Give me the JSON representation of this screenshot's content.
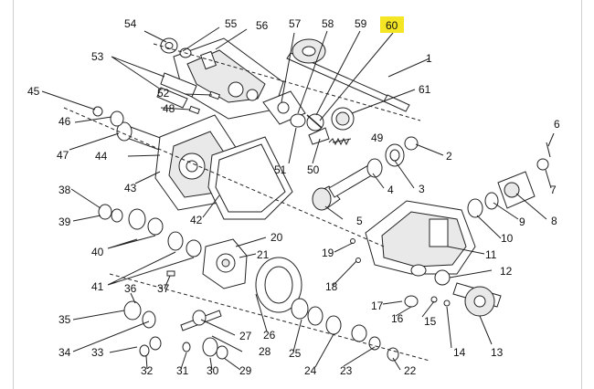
{
  "diagram": {
    "callouts": [
      {
        "id": "c1",
        "label": "1"
      },
      {
        "id": "c2",
        "label": "2"
      },
      {
        "id": "c3",
        "label": "3"
      },
      {
        "id": "c4",
        "label": "4"
      },
      {
        "id": "c5",
        "label": "5"
      },
      {
        "id": "c6",
        "label": "6"
      },
      {
        "id": "c7",
        "label": "7"
      },
      {
        "id": "c8",
        "label": "8"
      },
      {
        "id": "c9",
        "label": "9"
      },
      {
        "id": "c10",
        "label": "10"
      },
      {
        "id": "c11",
        "label": "11"
      },
      {
        "id": "c12",
        "label": "12"
      },
      {
        "id": "c13",
        "label": "13"
      },
      {
        "id": "c14",
        "label": "14"
      },
      {
        "id": "c15",
        "label": "15"
      },
      {
        "id": "c16",
        "label": "16"
      },
      {
        "id": "c17",
        "label": "17"
      },
      {
        "id": "c18",
        "label": "18"
      },
      {
        "id": "c19",
        "label": "19"
      },
      {
        "id": "c20",
        "label": "20"
      },
      {
        "id": "c21",
        "label": "21"
      },
      {
        "id": "c22",
        "label": "22"
      },
      {
        "id": "c23",
        "label": "23"
      },
      {
        "id": "c24",
        "label": "24"
      },
      {
        "id": "c25",
        "label": "25"
      },
      {
        "id": "c26",
        "label": "26"
      },
      {
        "id": "c27",
        "label": "27"
      },
      {
        "id": "c28",
        "label": "28"
      },
      {
        "id": "c29",
        "label": "29"
      },
      {
        "id": "c30",
        "label": "30"
      },
      {
        "id": "c31",
        "label": "31"
      },
      {
        "id": "c32",
        "label": "32"
      },
      {
        "id": "c33",
        "label": "33"
      },
      {
        "id": "c34",
        "label": "34"
      },
      {
        "id": "c35",
        "label": "35"
      },
      {
        "id": "c36",
        "label": "36"
      },
      {
        "id": "c37",
        "label": "37"
      },
      {
        "id": "c38",
        "label": "38"
      },
      {
        "id": "c39",
        "label": "39"
      },
      {
        "id": "c40",
        "label": "40"
      },
      {
        "id": "c41",
        "label": "41"
      },
      {
        "id": "c42",
        "label": "42"
      },
      {
        "id": "c43",
        "label": "43"
      },
      {
        "id": "c44",
        "label": "44"
      },
      {
        "id": "c45",
        "label": "45"
      },
      {
        "id": "c46",
        "label": "46"
      },
      {
        "id": "c47",
        "label": "47"
      },
      {
        "id": "c48",
        "label": "48"
      },
      {
        "id": "c49",
        "label": "49"
      },
      {
        "id": "c50",
        "label": "50"
      },
      {
        "id": "c51",
        "label": "51"
      },
      {
        "id": "c52",
        "label": "52"
      },
      {
        "id": "c53",
        "label": "53"
      },
      {
        "id": "c54",
        "label": "54"
      },
      {
        "id": "c55",
        "label": "55"
      },
      {
        "id": "c56",
        "label": "56"
      },
      {
        "id": "c57",
        "label": "57"
      },
      {
        "id": "c58",
        "label": "58"
      },
      {
        "id": "c59",
        "label": "59"
      },
      {
        "id": "c60",
        "label": "60"
      },
      {
        "id": "c61",
        "label": "61"
      }
    ],
    "highlight_color": "#f5e625",
    "highlighted_callouts": [
      "60"
    ],
    "highlighted_part_color": "#f5e625"
  }
}
